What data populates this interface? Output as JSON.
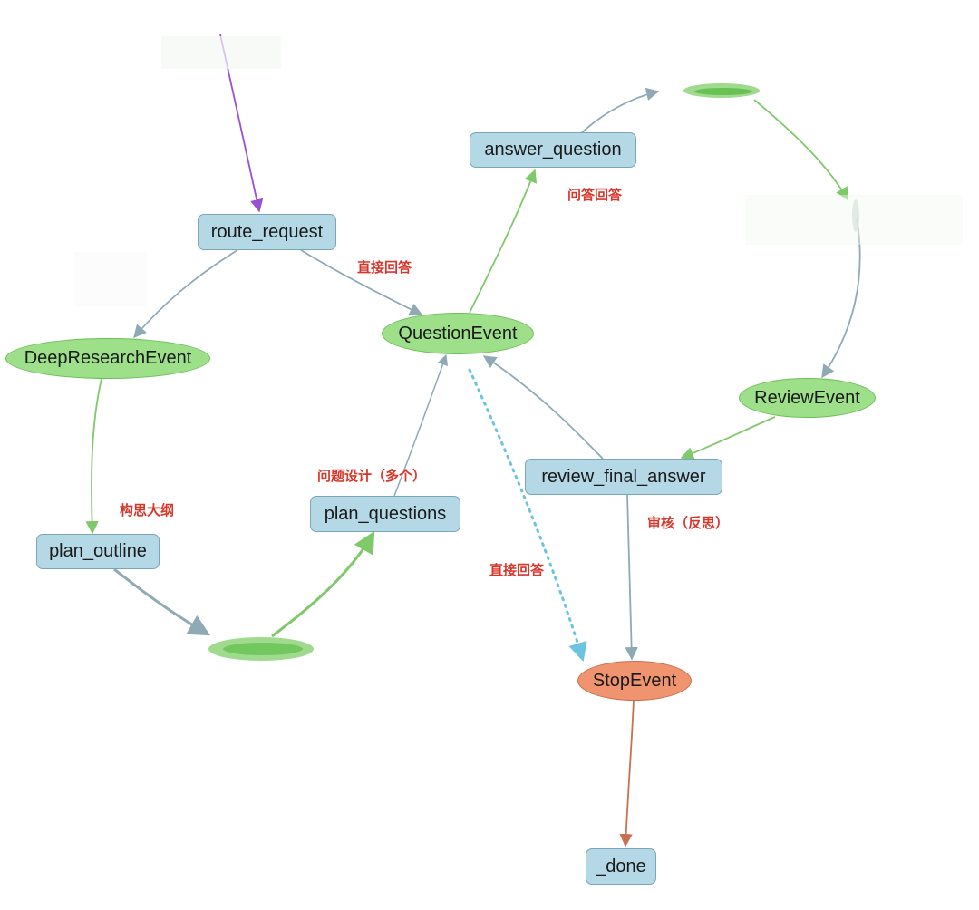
{
  "nodes": {
    "route_request": "route_request",
    "deep_research_event": "DeepResearchEvent",
    "plan_outline": "plan_outline",
    "plan_questions": "plan_questions",
    "question_event": "QuestionEvent",
    "answer_question": "answer_question",
    "review_event": "ReviewEvent",
    "review_final_answer": "review_final_answer",
    "stop_event": "StopEvent",
    "done": "_done"
  },
  "edge_labels": {
    "direct_answer_top": "直接回答",
    "qa_answer": "问答回答",
    "outline_idea": "构思大纲",
    "question_design": "问题设计（多个）",
    "review_reflect": "审核（反思）",
    "direct_answer_bottom": "直接回答"
  },
  "colors": {
    "entry_edge": "#9b4fd1",
    "gray_edge": "#8fa9b5",
    "green_edge": "#7fc96b",
    "dotted_edge": "#6cc4e0",
    "orange_edge": "#c9704f",
    "label_text": "#d9362b"
  }
}
